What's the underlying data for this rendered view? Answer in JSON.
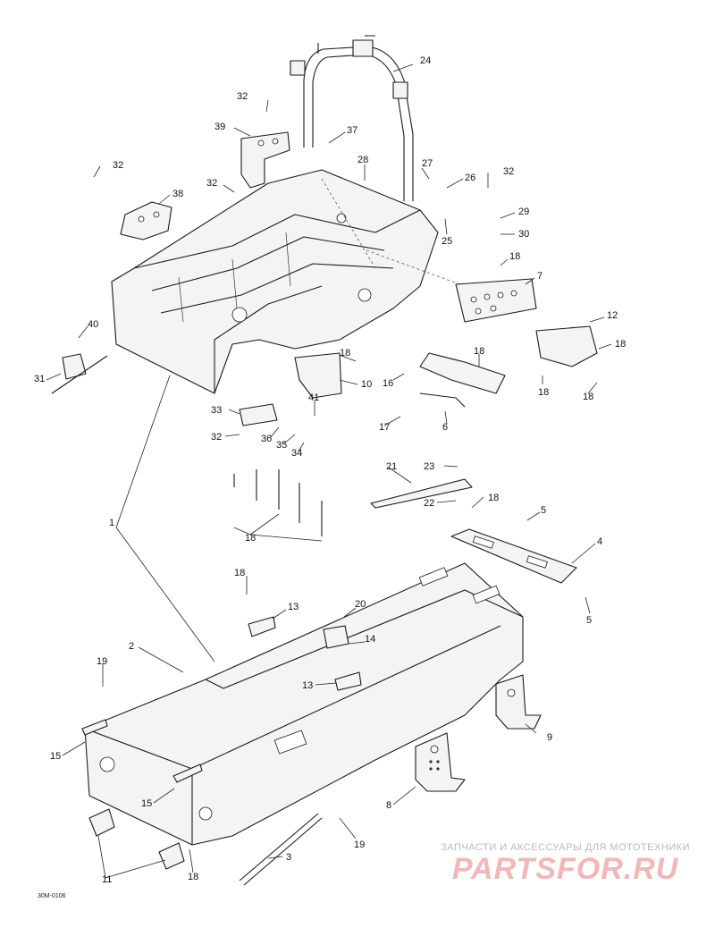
{
  "diagram": {
    "reference_code": "30M-0106",
    "callouts": [
      {
        "id": "24",
        "text": "24"
      },
      {
        "id": "32a",
        "text": "32"
      },
      {
        "id": "39",
        "text": "39"
      },
      {
        "id": "37",
        "text": "37"
      },
      {
        "id": "28",
        "text": "28"
      },
      {
        "id": "27",
        "text": "27"
      },
      {
        "id": "26",
        "text": "26"
      },
      {
        "id": "32b",
        "text": "32"
      },
      {
        "id": "32c",
        "text": "32"
      },
      {
        "id": "38",
        "text": "38"
      },
      {
        "id": "32d",
        "text": "32"
      },
      {
        "id": "29",
        "text": "29"
      },
      {
        "id": "30",
        "text": "30"
      },
      {
        "id": "25",
        "text": "25"
      },
      {
        "id": "18a",
        "text": "18"
      },
      {
        "id": "7",
        "text": "7"
      },
      {
        "id": "12",
        "text": "12"
      },
      {
        "id": "18b",
        "text": "18"
      },
      {
        "id": "40",
        "text": "40"
      },
      {
        "id": "31",
        "text": "31"
      },
      {
        "id": "18c",
        "text": "18"
      },
      {
        "id": "10",
        "text": "10"
      },
      {
        "id": "16",
        "text": "16"
      },
      {
        "id": "18d",
        "text": "18"
      },
      {
        "id": "18e",
        "text": "18"
      },
      {
        "id": "18f",
        "text": "18"
      },
      {
        "id": "41",
        "text": "41"
      },
      {
        "id": "33",
        "text": "33"
      },
      {
        "id": "17",
        "text": "17"
      },
      {
        "id": "6",
        "text": "6"
      },
      {
        "id": "32e",
        "text": "32"
      },
      {
        "id": "36",
        "text": "36"
      },
      {
        "id": "35",
        "text": "35"
      },
      {
        "id": "34",
        "text": "34"
      },
      {
        "id": "21",
        "text": "21"
      },
      {
        "id": "23",
        "text": "23"
      },
      {
        "id": "22",
        "text": "22"
      },
      {
        "id": "18g",
        "text": "18"
      },
      {
        "id": "1",
        "text": "1"
      },
      {
        "id": "18h",
        "text": "18"
      },
      {
        "id": "5a",
        "text": "5"
      },
      {
        "id": "4",
        "text": "4"
      },
      {
        "id": "18i",
        "text": "18"
      },
      {
        "id": "5b",
        "text": "5"
      },
      {
        "id": "13a",
        "text": "13"
      },
      {
        "id": "20",
        "text": "20"
      },
      {
        "id": "14",
        "text": "14"
      },
      {
        "id": "2",
        "text": "2"
      },
      {
        "id": "19a",
        "text": "19"
      },
      {
        "id": "13b",
        "text": "13"
      },
      {
        "id": "9",
        "text": "9"
      },
      {
        "id": "15a",
        "text": "15"
      },
      {
        "id": "15b",
        "text": "15"
      },
      {
        "id": "8",
        "text": "8"
      },
      {
        "id": "19b",
        "text": "19"
      },
      {
        "id": "3",
        "text": "3"
      },
      {
        "id": "11",
        "text": "11"
      },
      {
        "id": "18j",
        "text": "18"
      }
    ]
  },
  "watermark": {
    "subtitle": "ЗАПЧАСТИ И АКСЕССУАРЫ ДЛЯ МОТОТЕХНИКИ",
    "logo": "PARTSFOR.RU",
    "color": "#f0b8b8"
  }
}
